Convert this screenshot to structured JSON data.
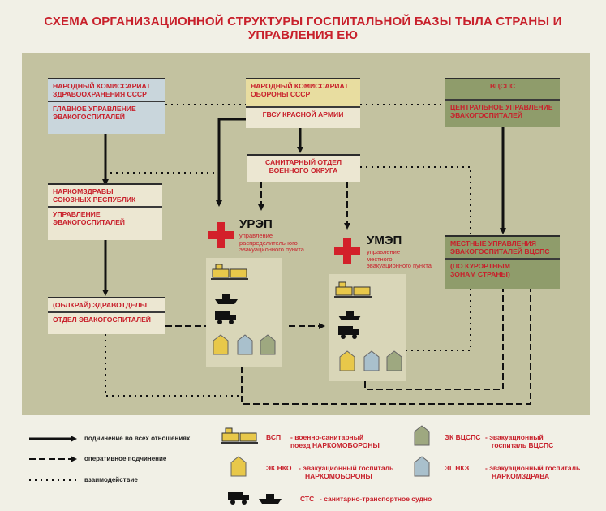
{
  "title": "СХЕМА ОРГАНИЗАЦИОННОЙ СТРУКТУРЫ ГОСПИТАЛЬНОЙ БАЗЫ ТЫЛА СТРАНЫ И УПРАВЛЕНИЯ ЕЮ",
  "boxes": {
    "nkz": {
      "line1": "НАРОДНЫЙ КОМИССАРИАТ",
      "line2": "ЗДРАВООХРАНЕНИЯ СССР",
      "sub1": "ГЛАВНОЕ УПРАВЛЕНИЕ",
      "sub2": "ЭВАКОГОСПИТАЛЕЙ"
    },
    "nko": {
      "line1": "НАРОДНЫЙ КОМИССАРИАТ",
      "line2": "ОБОРОНЫ СССР",
      "sub": "ГВСУ КРАСНОЙ АРМИИ"
    },
    "vcsps": {
      "line1": "ВЦСПС",
      "sub1": "ЦЕНТРАЛЬНОЕ УПРАВЛЕНИЕ",
      "sub2": "ЭВАКОГОСПИТАЛЕЙ"
    },
    "narkomzdrav": {
      "line1": "НАРКОМЗДРАВЫ",
      "line2": "СОЮЗНЫХ РЕСПУБЛИК",
      "sub1": "УПРАВЛЕНИЕ",
      "sub2": "ЭВАКОГОСПИТАЛЕЙ"
    },
    "sanotdel": {
      "line1": "САНИТАРНЫЙ ОТДЕЛ",
      "line2": "ВОЕННОГО ОКРУГА"
    },
    "oblkray": {
      "line1": "(ОБЛКРАЙ) ЗДРАВОТДЕЛЫ",
      "sub": "ОТДЕЛ ЭВАКОГОСПИТАЛЕЙ"
    },
    "mestnye": {
      "line1": "МЕСТНЫЕ УПРАВЛЕНИЯ",
      "line2": "ЭВАКОГОСПИТАЛЕЙ ВЦСПС",
      "sub1": "(ПО КУРОРТНЫМ",
      "sub2": "ЗОНАМ СТРАНЫ)"
    }
  },
  "urep": {
    "label": "УРЭП",
    "sub1": "управление",
    "sub2": "распределительного",
    "sub3": "эвакуационного пункта"
  },
  "umep": {
    "label": "УМЭП",
    "sub1": "управление",
    "sub2": "местного",
    "sub3": "эвакуационного пункта"
  },
  "legend": {
    "line_solid": "подчинение во всех отношениях",
    "line_dashed": "оперативное подчинение",
    "line_dotted": "взаимодействие",
    "vsp_abbr": "ВСП",
    "vsp_desc1": "- военно-санитарный",
    "vsp_desc2": "поезд НАРКОМОБОРОНЫ",
    "eknko_abbr": "ЭК НКО",
    "eknko_desc1": "- эвакуационный госпиталь",
    "eknko_desc2": "НАРКОМОБОРОНЫ",
    "ekvcsps_abbr": "ЭК ВЦСПС",
    "ekvcsps_desc1": "- эвакуационный",
    "ekvcsps_desc2": "госпиталь ВЦСПС",
    "egnkz_abbr": "ЭГ НКЗ",
    "egnkz_desc1": "- эвакуационный госпиталь",
    "egnkz_desc2": "НАРКОМЗДРАВА",
    "sts_abbr": "СТС",
    "sts_desc": "- санитарно-транспортное судно"
  },
  "colors": {
    "accent": "#c8202b",
    "panel": "#c3c2a0",
    "hosp_nko": "#e8c84a",
    "hosp_nkz": "#a9c0cc",
    "hosp_vcsps": "#9ea880"
  }
}
